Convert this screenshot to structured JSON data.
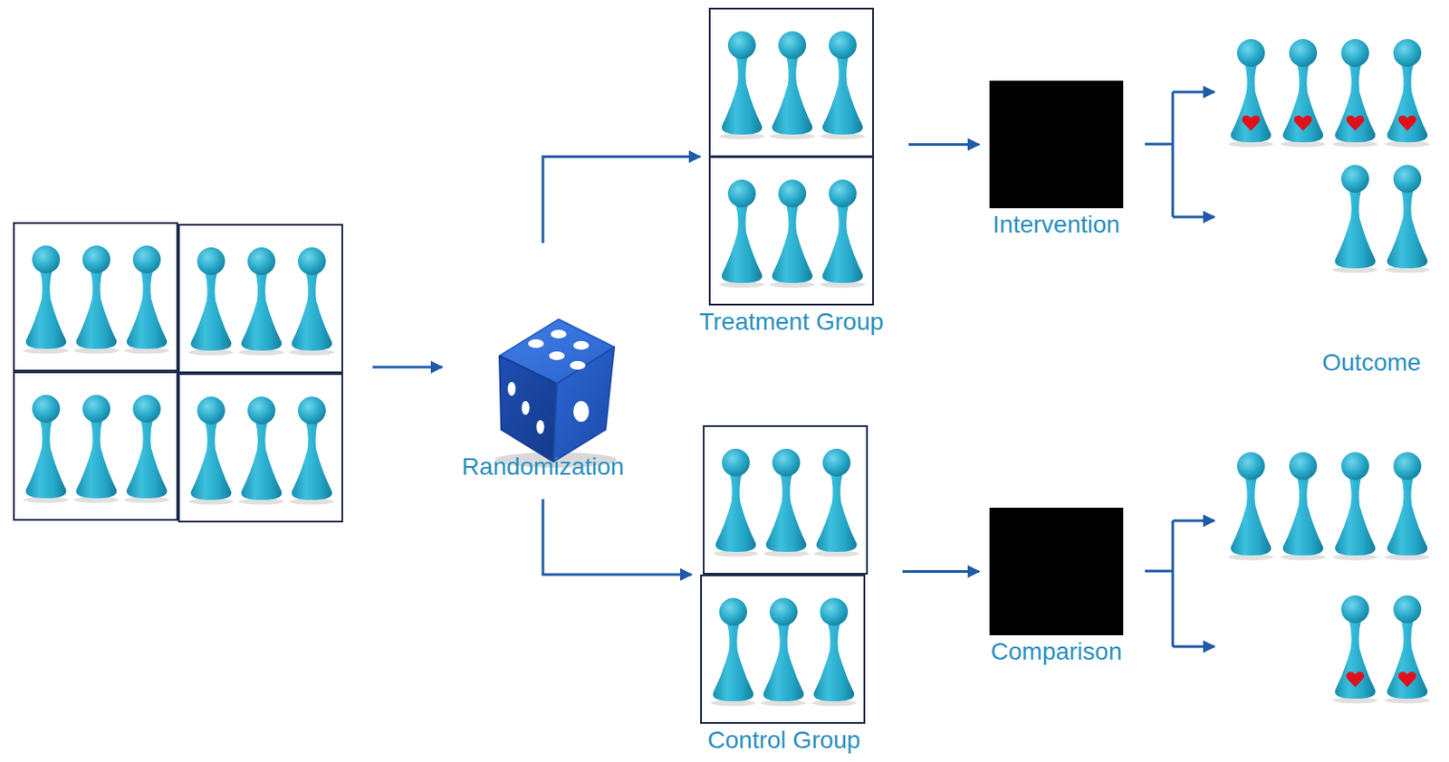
{
  "diagram": {
    "nodes": [
      {
        "text": [
          "Randomization"
        ]
      },
      {
        "text": [
          "Treatment Group"
        ]
      },
      {
        "text": [
          "Intervention"
        ]
      },
      {
        "text": [
          "Control Group"
        ]
      },
      {
        "text": [
          "Comparison"
        ]
      }
    ],
    "edges": [
      {
        "from": 0,
        "to": 1,
        "arrow": "to"
      },
      {
        "from": 0,
        "to": 3,
        "arrow": "to"
      },
      {
        "from": 1,
        "to": 2,
        "arrow": "to"
      },
      {
        "from": 3,
        "to": 4,
        "arrow": "to"
      }
    ],
    "labels": [
      "Outcome"
    ]
  }
}
